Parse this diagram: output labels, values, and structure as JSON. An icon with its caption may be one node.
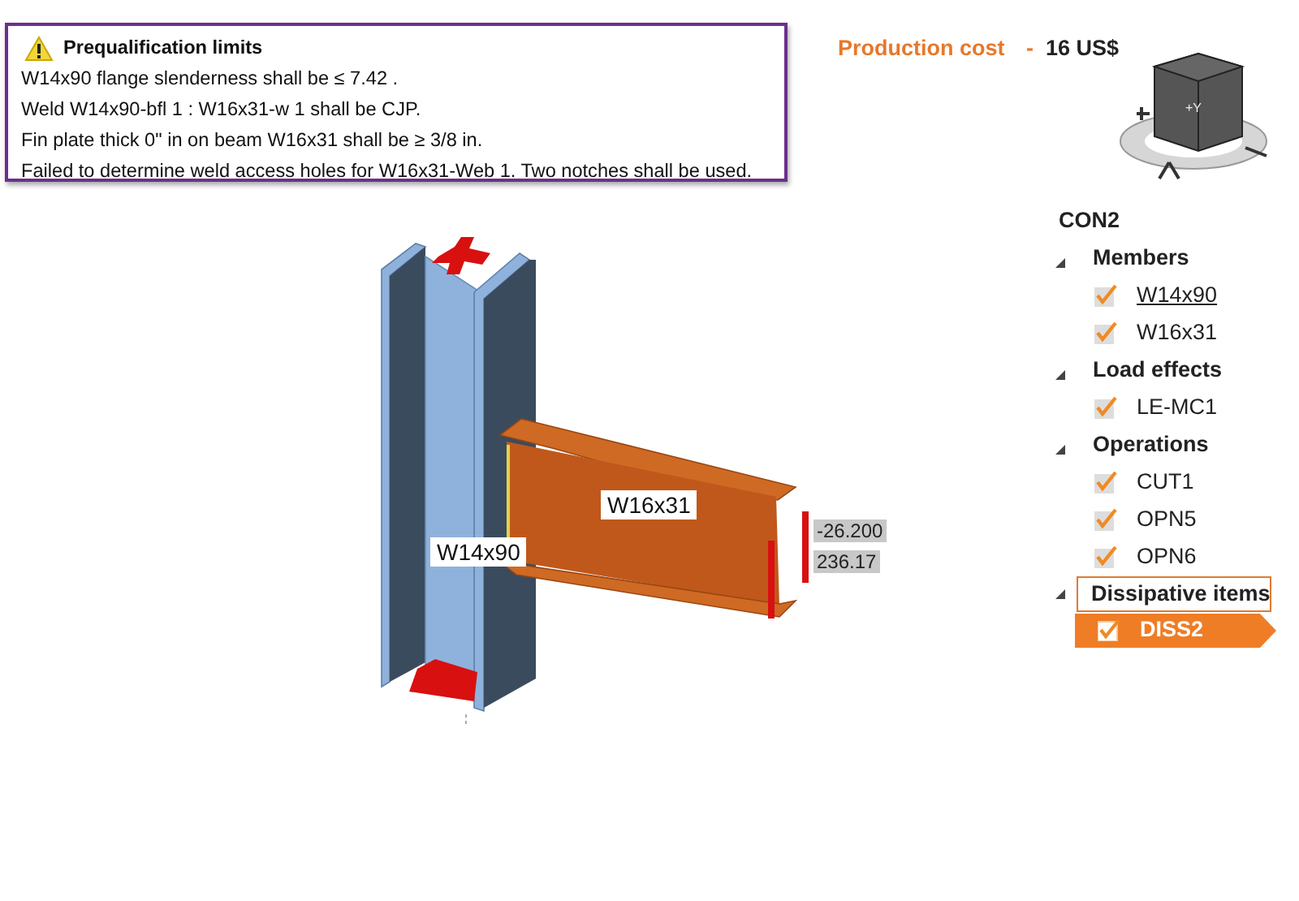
{
  "diagram": {
    "nodes": [
      {
        "text": [
          "Prequalification limits",
          "W14x90 flange slenderness shall be ≤ 7.42 .",
          "Weld W14x90-bfl 1 : W16x31-w 1 shall be CJP.",
          "Fin plate thick 0\" in on beam W16x31 shall be ≥ 3/8 in.",
          "Failed to determine weld access holes for W16x31-Web 1. Two notches shall be used."
        ]
      },
      {
        "text": [
          "W16x31"
        ]
      },
      {
        "text": [
          "-26.200"
        ]
      },
      {
        "text": [
          "W14x90"
        ]
      },
      {
        "text": [
          "236.17"
        ]
      },
      {
        "text": [
          "Dissipative items"
        ]
      },
      {
        "text": [
          "DISS2"
        ]
      }
    ],
    "labels": [
      "Production cost",
      "-",
      "16 US$",
      "+Y",
      "CON2",
      "Members",
      "W14x90",
      "W16x31",
      "Load effects",
      "LE-MC1",
      "Operations",
      "CUT1",
      "OPN5",
      "OPN6"
    ]
  }
}
